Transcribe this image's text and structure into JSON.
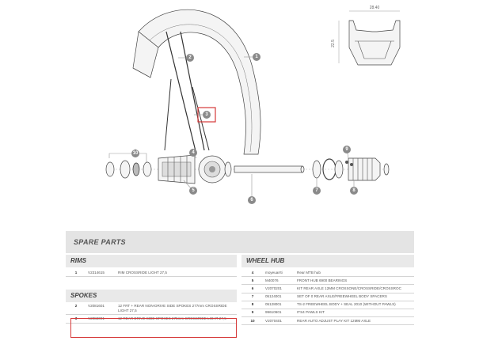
{
  "diagram": {
    "callouts": [
      {
        "id": "1",
        "label": "1"
      },
      {
        "id": "2",
        "label": "2"
      },
      {
        "id": "3",
        "label": "3"
      },
      {
        "id": "4",
        "label": "4"
      },
      {
        "id": "5",
        "label": "5"
      },
      {
        "id": "6",
        "label": "6"
      },
      {
        "id": "7",
        "label": "7"
      },
      {
        "id": "8",
        "label": "8"
      },
      {
        "id": "9",
        "label": "9"
      },
      {
        "id": "10",
        "label": "10"
      }
    ],
    "rim_profile": {
      "width_label": "28.40",
      "height_label": "22.5"
    }
  },
  "spare_parts": {
    "title": "SPARE PARTS",
    "rims": {
      "heading": "RIMS",
      "rows": [
        {
          "num": "1",
          "code": "V2314615",
          "desc": "RIM CROSSRIDE LIGHT 27,5"
        }
      ]
    },
    "spokes": {
      "heading": "SPOKES",
      "rows": [
        {
          "num": "2",
          "code": "V2081601",
          "desc": "12 FRT + REAR NON-DRIVE SIDE SPOKES 277mm CROSSRIDE LIGHT 27,5"
        },
        {
          "num": "3",
          "code": "V2082001",
          "desc": "12 REAR DRIVE SIDE SPOKES 275mm CROSSRIDE LIGHT 27,5"
        }
      ]
    },
    "wheel_hub": {
      "heading": "WHEEL HUB",
      "rows": [
        {
          "num": "4",
          "code": "moyeuarrti",
          "desc": "Rear MTB hub"
        },
        {
          "num": "5",
          "code": "M40076",
          "desc": "FRONT HUB 6900 BEARINGS"
        },
        {
          "num": "6",
          "code": "V2070201",
          "desc": "KIT REAR AXLE 12MM CROSSONE/CROSSRIDE/CROSSROC"
        },
        {
          "num": "7",
          "code": "05124001",
          "desc": "SET OF 0 REAR AXLE/FREEWHEEL BODY SPACERS"
        },
        {
          "num": "8",
          "code": "05128001",
          "desc": "TS-2 FREEWHEEL BODY + SEAL 2010 (WITHOUT PAWLS)"
        },
        {
          "num": "9",
          "code": "99610601",
          "desc": "ITS4 PAWLS KIT"
        },
        {
          "num": "10",
          "code": "V2070401",
          "desc": "REAR AUTO ADJUST PLAY KIT 12MM AXLE"
        }
      ]
    }
  }
}
